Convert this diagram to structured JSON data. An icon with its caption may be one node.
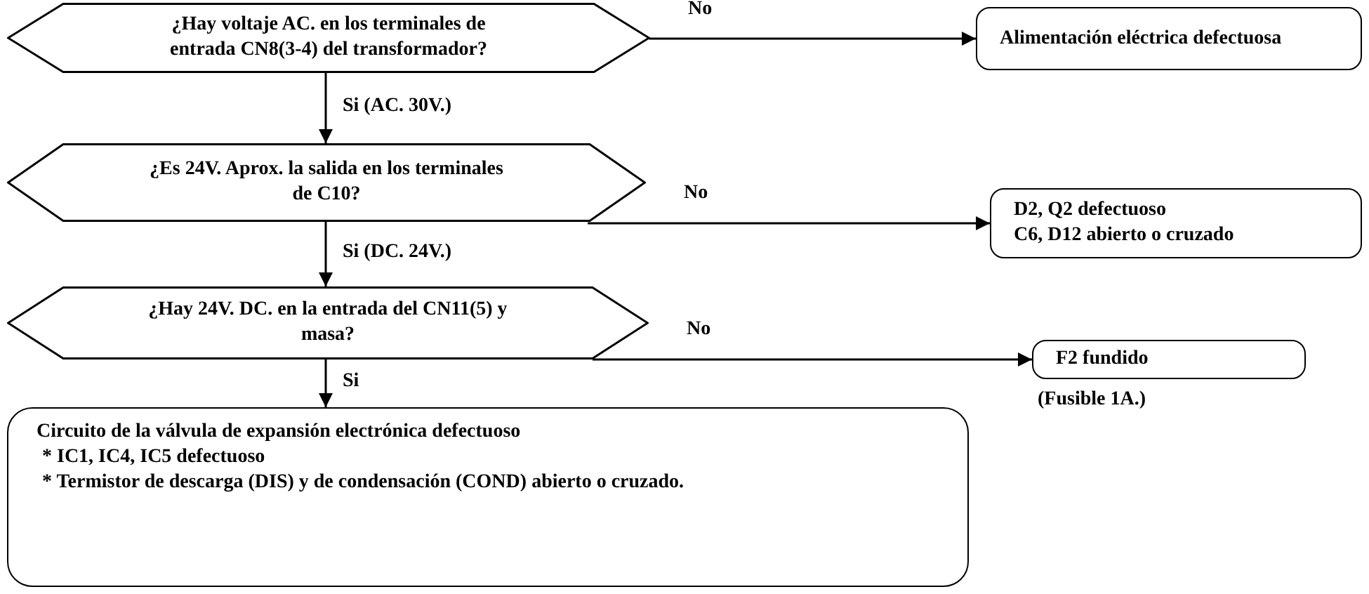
{
  "diagram": {
    "nodes": [
      {
        "text": [
          "¿Hay voltaje AC. en los terminales de entrada CN8(3-4) del transformador?"
        ]
      },
      {
        "text": [
          "Alimentación eléctrica defectuosa"
        ]
      },
      {
        "text": [
          "¿Es 24V. Aprox. la salida en los terminales de C10?"
        ]
      },
      {
        "text": [
          "D2, Q2 defectuoso",
          "C6, D12 abierto o cruzado"
        ]
      },
      {
        "text": [
          "¿Hay 24V. DC. en la entrada del CN11(5) y masa?"
        ]
      },
      {
        "text": [
          "F2 fundido"
        ],
        "beside": [
          "(Fusible 1A.)"
        ]
      },
      {
        "text": [
          "Circuito de la válvula de expansión electrónica defectuoso",
          "* IC1, IC4, IC5 defectuoso",
          "* Termistor de descarga (DIS) y de condensación (COND) abierto o cruzado."
        ]
      }
    ],
    "edges": [
      {
        "from": 0,
        "to": 1,
        "arrow": "to",
        "label": "No"
      },
      {
        "from": 0,
        "to": 2,
        "arrow": "to",
        "label": "Si (AC. 30V.)"
      },
      {
        "from": 2,
        "to": 3,
        "arrow": "to",
        "label": "No"
      },
      {
        "from": 2,
        "to": 4,
        "arrow": "to",
        "label": "Si (DC. 24V.)"
      },
      {
        "from": 4,
        "to": 5,
        "arrow": "to",
        "label": "No"
      },
      {
        "from": 4,
        "to": 6,
        "arrow": "to",
        "label": "Si"
      }
    ]
  }
}
